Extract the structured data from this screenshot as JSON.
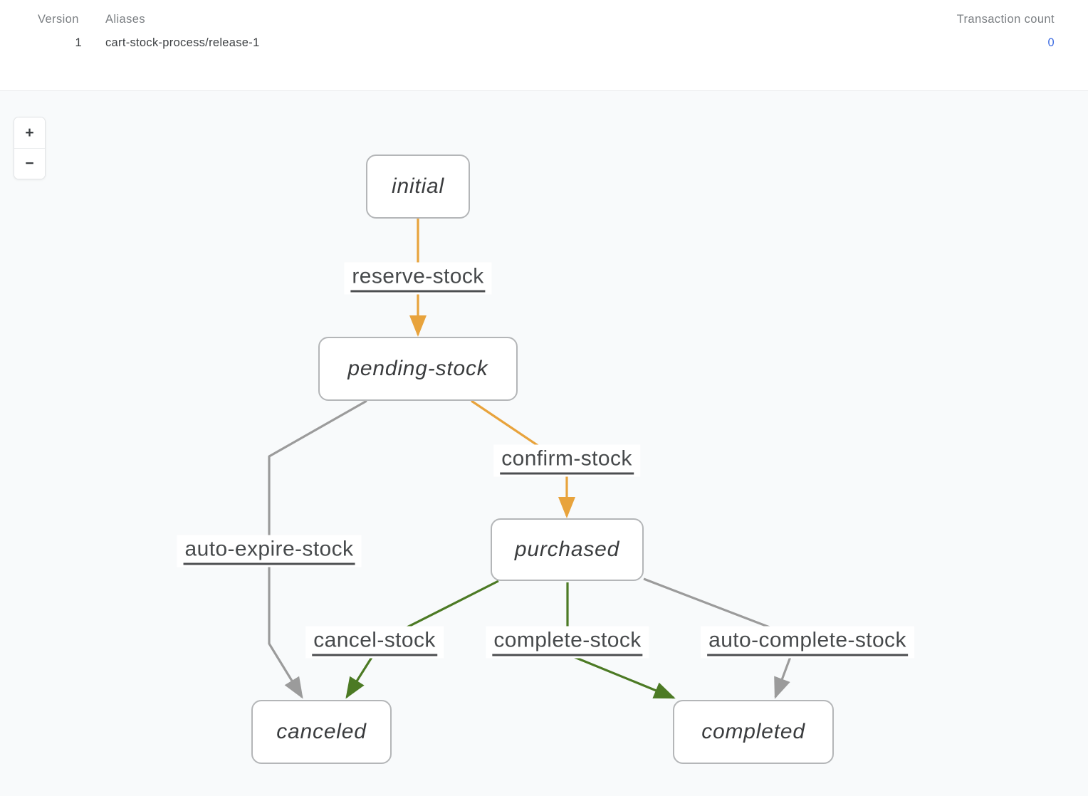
{
  "header": {
    "version": {
      "label": "Version",
      "value": "1"
    },
    "aliases": {
      "label": "Aliases",
      "value": "cart-stock-process/release-1"
    },
    "transaction_count": {
      "label": "Transaction count",
      "value": "0"
    }
  },
  "zoom_controls": {
    "zoom_in_label": "+",
    "zoom_out_label": "−"
  },
  "diagram": {
    "nodes": [
      {
        "id": "initial",
        "label": "initial"
      },
      {
        "id": "pending-stock",
        "label": "pending-stock"
      },
      {
        "id": "purchased",
        "label": "purchased"
      },
      {
        "id": "canceled",
        "label": "canceled"
      },
      {
        "id": "completed",
        "label": "completed"
      }
    ],
    "edges": [
      {
        "label": "reserve-stock",
        "from": "initial",
        "to": "pending-stock",
        "color": "#e8a33c"
      },
      {
        "label": "confirm-stock",
        "from": "pending-stock",
        "to": "purchased",
        "color": "#e8a33c"
      },
      {
        "label": "auto-expire-stock",
        "from": "pending-stock",
        "to": "canceled",
        "color": "#9b9b9b"
      },
      {
        "label": "cancel-stock",
        "from": "purchased",
        "to": "canceled",
        "color": "#4c7a24"
      },
      {
        "label": "complete-stock",
        "from": "purchased",
        "to": "completed",
        "color": "#4c7a24"
      },
      {
        "label": "auto-complete-stock",
        "from": "purchased",
        "to": "completed",
        "color": "#9b9b9b"
      }
    ]
  },
  "colors": {
    "edge_orange": "#e8a33c",
    "edge_green": "#4c7a24",
    "edge_gray": "#9b9b9b",
    "link_blue": "#3d6ce2",
    "canvas_bg": "#f8fafb"
  }
}
